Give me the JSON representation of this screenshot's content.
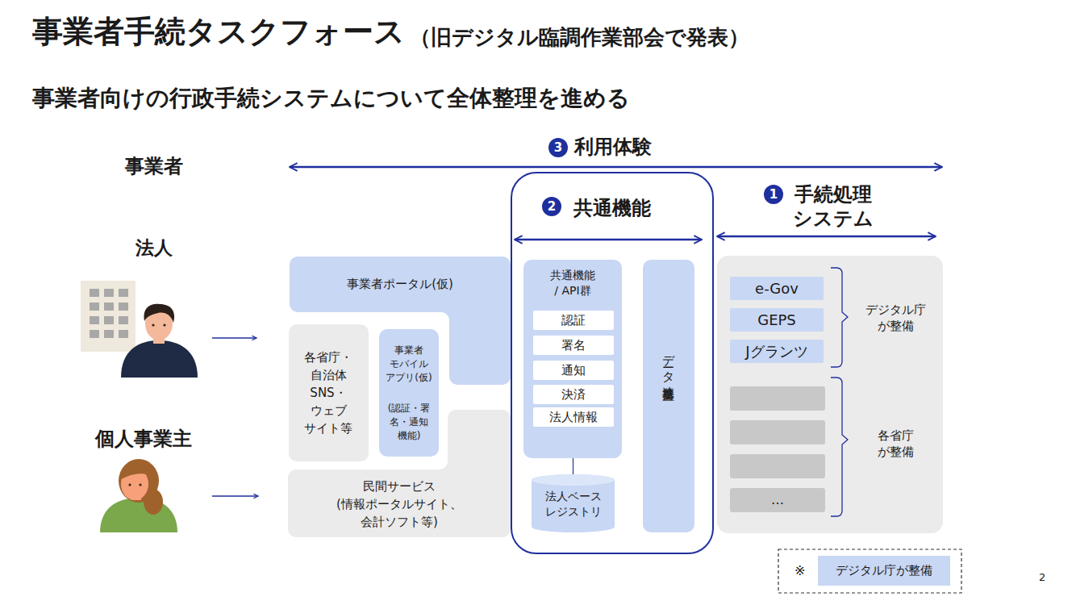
{
  "diagram": {
    "title": "事業者手続タスクフォース",
    "nodes": [
      {
        "text": [
          "事業者ポータル(仮)"
        ]
      },
      {
        "text": [
          "各省庁・ 自治体 SNS・ ウェブ サイト等"
        ]
      },
      {
        "text": [
          "事業者 モバイル アプリ(仮)",
          "(認証・署 名・通知 機能)"
        ]
      },
      {
        "text": [
          "民間サービス",
          "(情報ポータルサイト、 会計ソフト等)"
        ]
      },
      {
        "text": [
          "共通機能"
        ]
      },
      {
        "text": [
          "共通機能 / API群"
        ],
        "in": 4
      },
      {
        "text": [
          "認証"
        ],
        "in": 5
      },
      {
        "text": [
          "署名"
        ],
        "in": 5
      },
      {
        "text": [
          "通知"
        ],
        "in": 5
      },
      {
        "text": [
          "決済"
        ],
        "in": 5
      },
      {
        "text": [
          "法人情報"
        ],
        "in": 5
      },
      {
        "text": [
          "法人ベース レジストリ"
        ],
        "in": 4
      },
      {
        "text": [
          "データ連携基盤"
        ],
        "in": 4
      },
      {
        "text": [
          "手続処理 システム"
        ]
      },
      {
        "text": [
          "e-Gov"
        ],
        "in": 13
      },
      {
        "text": [
          "GEPS"
        ],
        "in": 13
      },
      {
        "text": [
          "Jグランツ"
        ],
        "in": 13
      },
      {
        "text": [
          "…"
        ],
        "in": 13
      }
    ],
    "edges": [
      {
        "from": 5,
        "to": 11,
        "arrow": "none"
      }
    ],
    "labels": [
      "（旧デジタル臨調作業部会で発表）",
      "事業者向けの行政手続システムについて全体整理を進める",
      "3",
      "利用体験",
      "事業者",
      "法人",
      "個人事業主",
      "2",
      "1",
      "デジタル庁 が整備",
      "各省庁 が整備",
      "※",
      "2"
    ],
    "legend": [
      {
        "text": "デジタル庁が整備",
        "color": "#c8d7f4"
      }
    ]
  }
}
